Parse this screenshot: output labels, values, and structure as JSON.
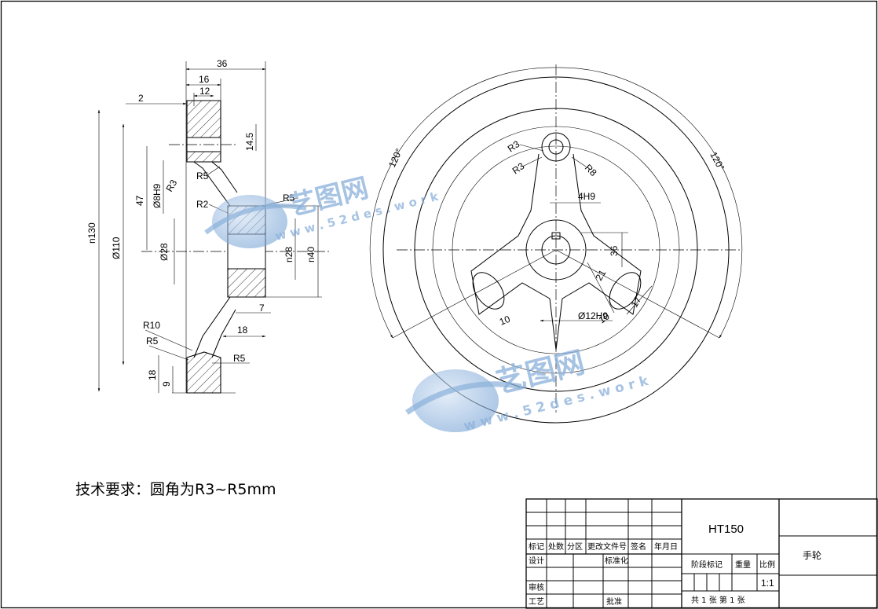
{
  "dimensions": {
    "side": [
      "36",
      "16",
      "12",
      "2",
      "14.5",
      "R5",
      "R3",
      "Ø8H9",
      "47",
      "R5",
      "R2",
      "n130",
      "Ø110",
      "Ø28",
      "n28",
      "n40",
      "7",
      "18",
      "R10",
      "R5",
      "R5",
      "18",
      "9"
    ],
    "front": [
      "120°",
      "120°",
      "R3",
      "R3",
      "R8",
      "4H9",
      "36",
      "21",
      "Ø12H9",
      "10",
      "10",
      "17"
    ]
  },
  "technical_requirement": "技术要求：圆角为R3~R5mm",
  "title_block": {
    "header_cells": [
      "标记",
      "处数",
      "分区",
      "更改文件号",
      "签名",
      "年月日"
    ],
    "design": "设计",
    "standardization": "标准化",
    "review": "审核",
    "process": "工艺",
    "approve": "批准",
    "material": "HT150",
    "stage_mark": "阶段标记",
    "weight": "重量",
    "ratio_label": "比例",
    "ratio_value": "1:1",
    "sheets": "共 1 张  第 1 张",
    "part_name": "手轮"
  },
  "watermark": {
    "brand": "艺图网",
    "url": "w w w . 5 2 d e s . w o r k"
  }
}
